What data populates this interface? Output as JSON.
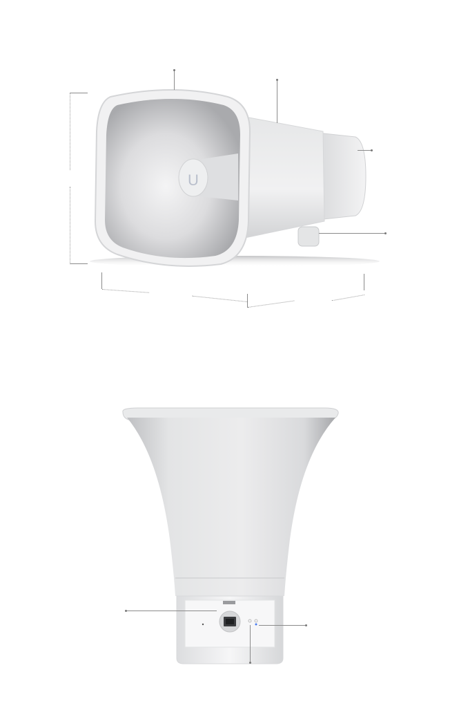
{
  "figure": {
    "top_view": {
      "name": "horn-speaker-side-view",
      "logo_glyph": "U",
      "callouts": 4,
      "dimension_brackets": [
        "height",
        "width",
        "depth"
      ]
    },
    "bottom_view": {
      "name": "horn-speaker-rear-view",
      "port_label": "",
      "callouts": 3,
      "led_color": "#4a7cf0"
    }
  },
  "colors": {
    "body": "#e9eaeb",
    "shadow": "#b8b9bb",
    "line": "#8a8a8a"
  }
}
